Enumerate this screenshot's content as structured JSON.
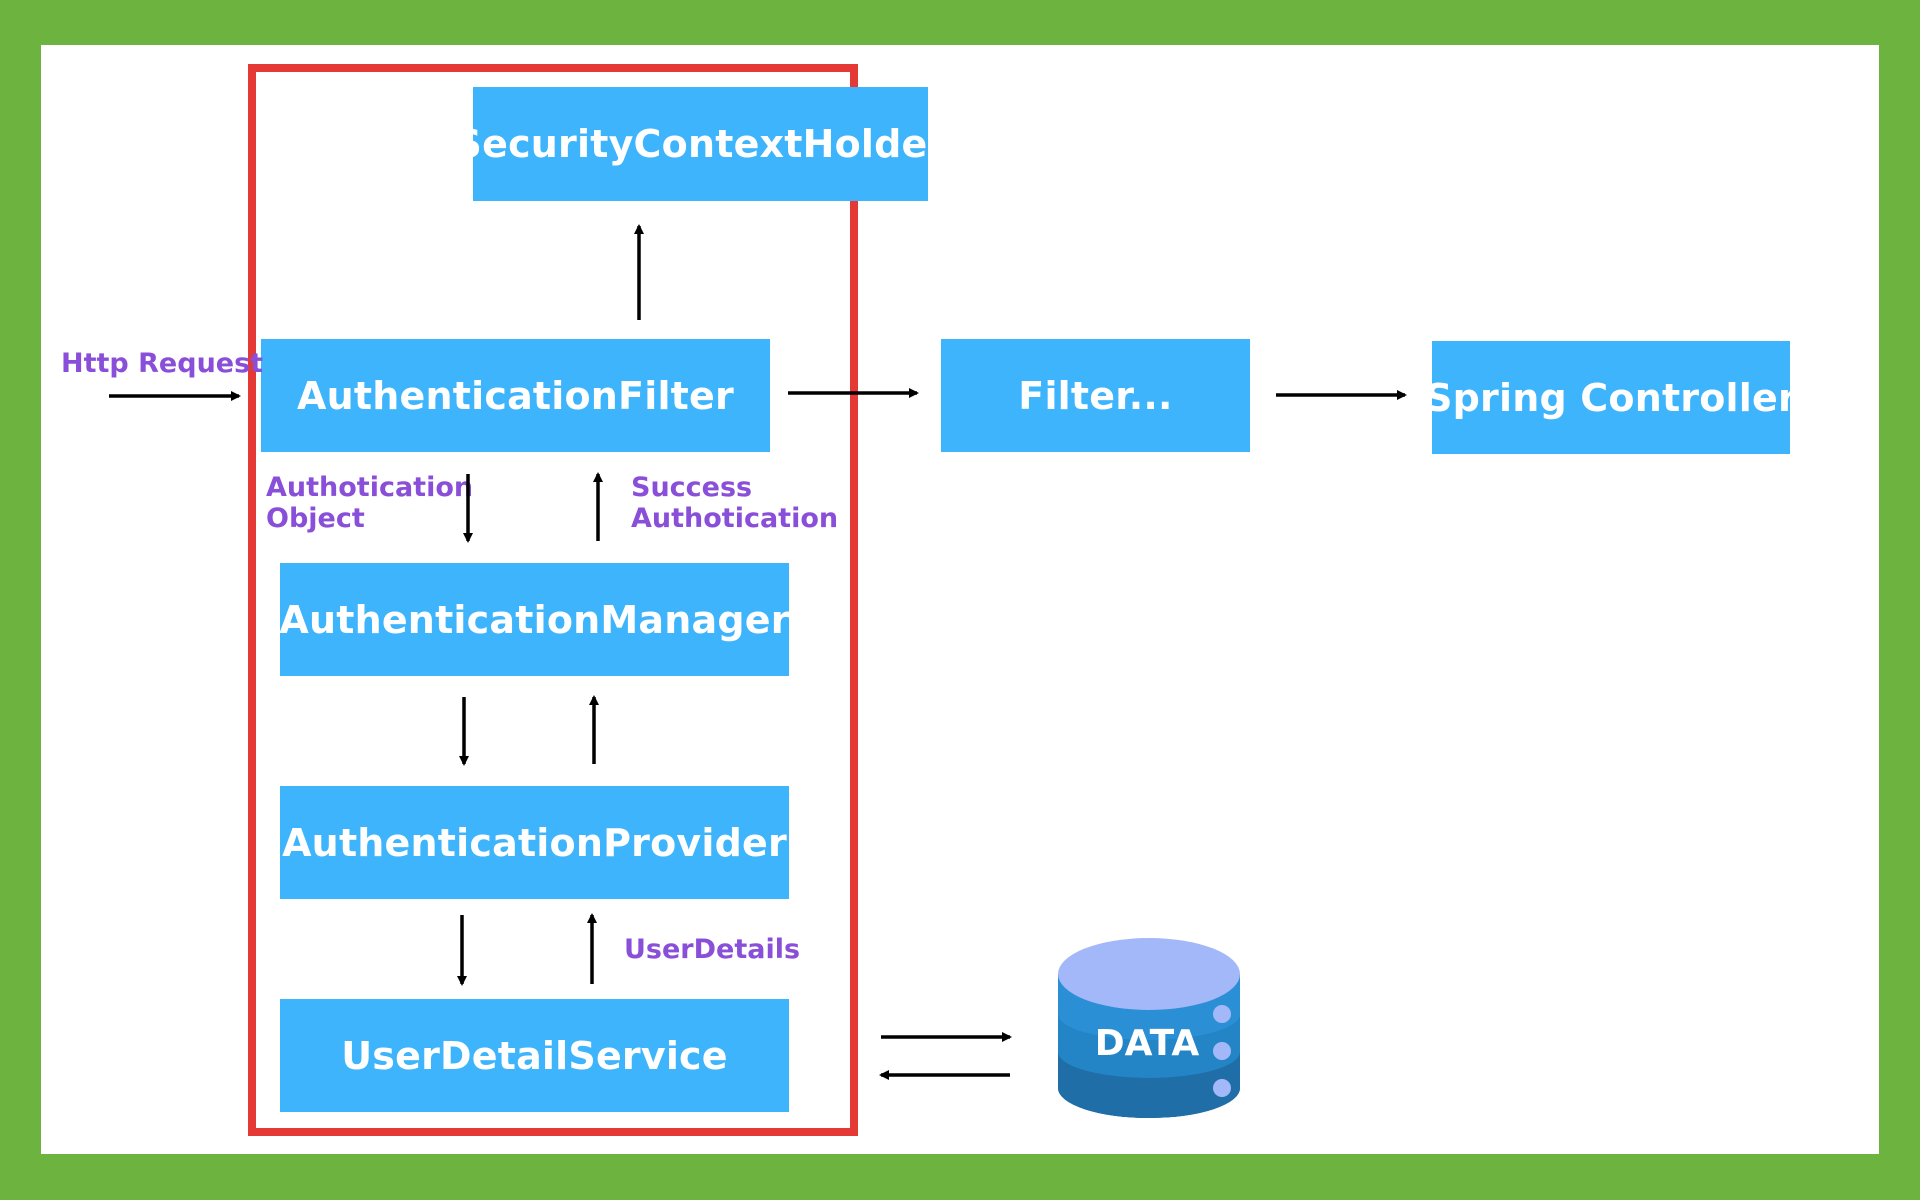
{
  "colors": {
    "outer_border": "#6db33f",
    "box_fill": "#3db4fb",
    "box_text": "#ffffff",
    "frame": "#e53935",
    "label": "#8a4fd8",
    "arrow": "#000000",
    "db_top": "#a3b8f8",
    "db_band_light": "#2a8fd4",
    "db_band_dark": "#1f6ea8"
  },
  "nodes": {
    "security_context_holder": "SecurityContextHolder",
    "authentication_filter": "AuthenticationFilter",
    "filter": "Filter...",
    "spring_controller": "Spring Controller",
    "authentication_manager": "AuthenticationManager",
    "authentication_provider": "AuthenticationProvider",
    "user_detail_service": "UserDetailService",
    "data": "DATA"
  },
  "labels": {
    "http_request": "Http Request",
    "authotication_object_line1": "Authotication",
    "authotication_object_line2": "Object",
    "success_authotication_line1": "Success",
    "success_authotication_line2": "Authotication",
    "user_details": "UserDetails"
  },
  "icons": {
    "database": "database-icon"
  }
}
